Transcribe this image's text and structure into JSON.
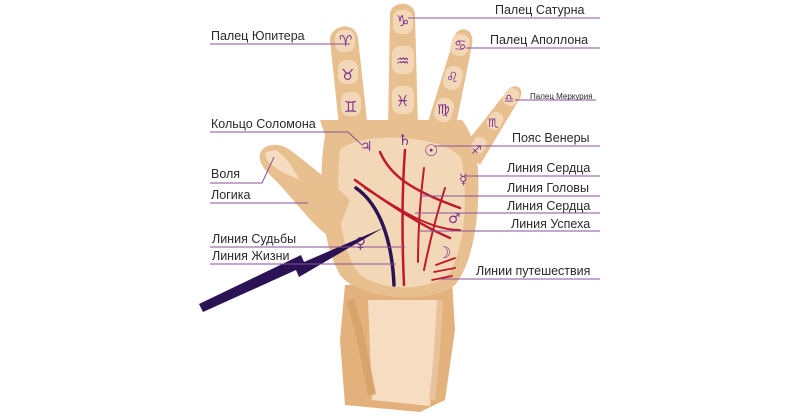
{
  "colors": {
    "skin": "#e8bf8e",
    "skin_dark": "#d9a46c",
    "skin_light": "#f6dcc0",
    "palm_light": "#f3d8b8",
    "red_lines": "#c0182c",
    "life_line": "#2a1254",
    "arrow": "#2a1254",
    "leader_lines": "#8b4f9c",
    "symbols": "#7a2f8f",
    "text": "#2a2a2a"
  },
  "labels": {
    "saturn_finger": "Палец Сатурна",
    "jupiter_finger": "Палец Юпитера",
    "apollo_finger": "Палец Аполлона",
    "mercury_finger": "Палец Меркурия",
    "solomon_ring": "Кольцо Соломона",
    "venus_belt": "Пояс Венеры",
    "will": "Воля",
    "heart_line_1": "Линия Сердца",
    "head_line": "Линия Головы",
    "logic": "Логика",
    "heart_line_2": "Линия Сердца",
    "success_line": "Линия Успеха",
    "fate_line": "Линия Судьбы",
    "life_line": "Линия Жизни",
    "travel_lines": "Линии путешествия"
  },
  "symbols": {
    "jupiter_finger": [
      "♈",
      "♉",
      "♊"
    ],
    "saturn_finger": [
      "♑",
      "♒",
      "♓"
    ],
    "apollo_finger": [
      "♋",
      "♌",
      "♍"
    ],
    "mercury_finger": [
      "♎",
      "♏",
      "♐"
    ],
    "palm": {
      "jupiter": "♃",
      "saturn": "♄",
      "sun": "☉",
      "mercury": "☿",
      "mars": "♂",
      "moon": "☽",
      "venus": "♀"
    }
  }
}
